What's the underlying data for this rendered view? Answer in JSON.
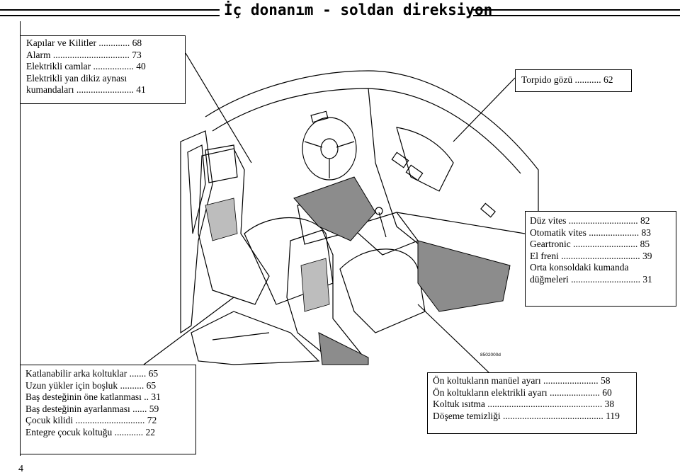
{
  "header": {
    "title": "İç donanım - soldan direksiyon"
  },
  "image_code": "8502000d",
  "page_number": "4",
  "callouts": {
    "top_left": [
      "Kapılar ve Kilitler ............. 68",
      "Alarm ................................ 73",
      "Elektrikli camlar ................. 40",
      "Elektrikli yan dikiz aynası",
      "kumandaları ........................ 41"
    ],
    "top_right": [
      "Torpido gözü ........... 62"
    ],
    "middle_right": [
      "Düz vites ............................. 82",
      "Otomatik vites ..................... 83",
      "Geartronic ........................... 85",
      "El freni ................................. 39",
      "Orta konsoldaki kumanda",
      "düğmeleri ............................. 31"
    ],
    "bottom_left": [
      "Katlanabilir arka koltuklar ....... 65",
      "Uzun yükler için boşluk .......... 65",
      "Baş desteğinin öne katlanması .. 31",
      "Baş desteğinin ayarlanması ...... 59",
      "Çocuk kilidi ............................. 72",
      "Entegre çocuk koltuğu ............ 22"
    ],
    "bottom_right": [
      "Ön koltukların manüel ayarı ....................... 58",
      "Ön koltukların elektrikli ayarı ..................... 60",
      "Koltuk ısıtma ................................................ 38",
      "Döşeme temizliği .......................................... 119"
    ]
  }
}
